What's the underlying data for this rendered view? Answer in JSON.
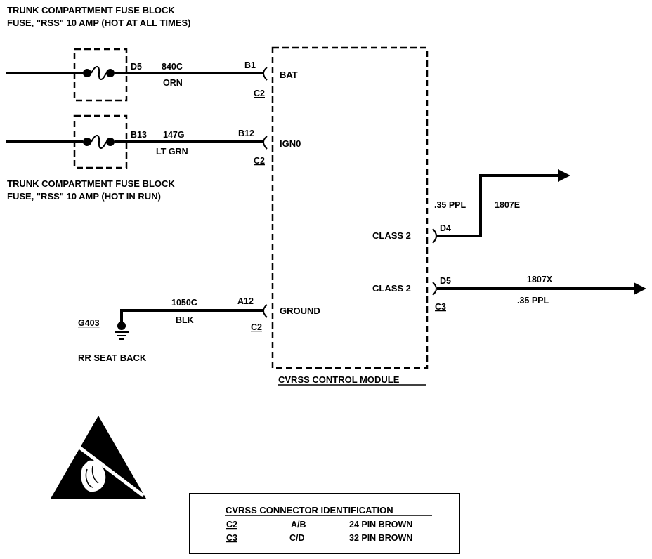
{
  "fuse_bat": {
    "title_line1": "TRUNK COMPARTMENT FUSE BLOCK",
    "title_line2": "FUSE, \"RSS\" 10 AMP  (HOT AT ALL TIMES)",
    "pin": "D5",
    "circuit": "840C",
    "color": "ORN",
    "module_pin": "B1",
    "connector": "C2",
    "terminal": "BAT"
  },
  "fuse_ign": {
    "title_line1": "TRUNK COMPARTMENT FUSE BLOCK",
    "title_line2": "FUSE, \"RSS\" 10 AMP  (HOT IN RUN)",
    "pin": "B13",
    "circuit": "147G",
    "color": "LT GRN",
    "module_pin": "B12",
    "connector": "C2",
    "terminal": "IGN0"
  },
  "ground": {
    "ground_id": "G403",
    "location": "RR SEAT BACK",
    "circuit": "1050C",
    "color": "BLK",
    "module_pin": "A12",
    "connector": "C2",
    "terminal": "GROUND"
  },
  "module": {
    "name": "CVRSS CONTROL MODULE"
  },
  "class2_upper": {
    "label": "CLASS 2",
    "pin": "D4",
    "wire_size_color": ".35 PPL",
    "circuit": "1807E"
  },
  "class2_lower": {
    "label": "CLASS 2",
    "pin": "D5",
    "connector": "C3",
    "wire_size_color": ".35 PPL",
    "circuit": "1807X"
  },
  "connector_table": {
    "title": "CVRSS CONNECTOR IDENTIFICATION",
    "rows": [
      {
        "id": "C2",
        "pins": "A/B",
        "desc": "24 PIN BROWN"
      },
      {
        "id": "C3",
        "pins": "C/D",
        "desc": "32 PIN BROWN"
      }
    ]
  },
  "esd_icon": "esd-warning-icon"
}
